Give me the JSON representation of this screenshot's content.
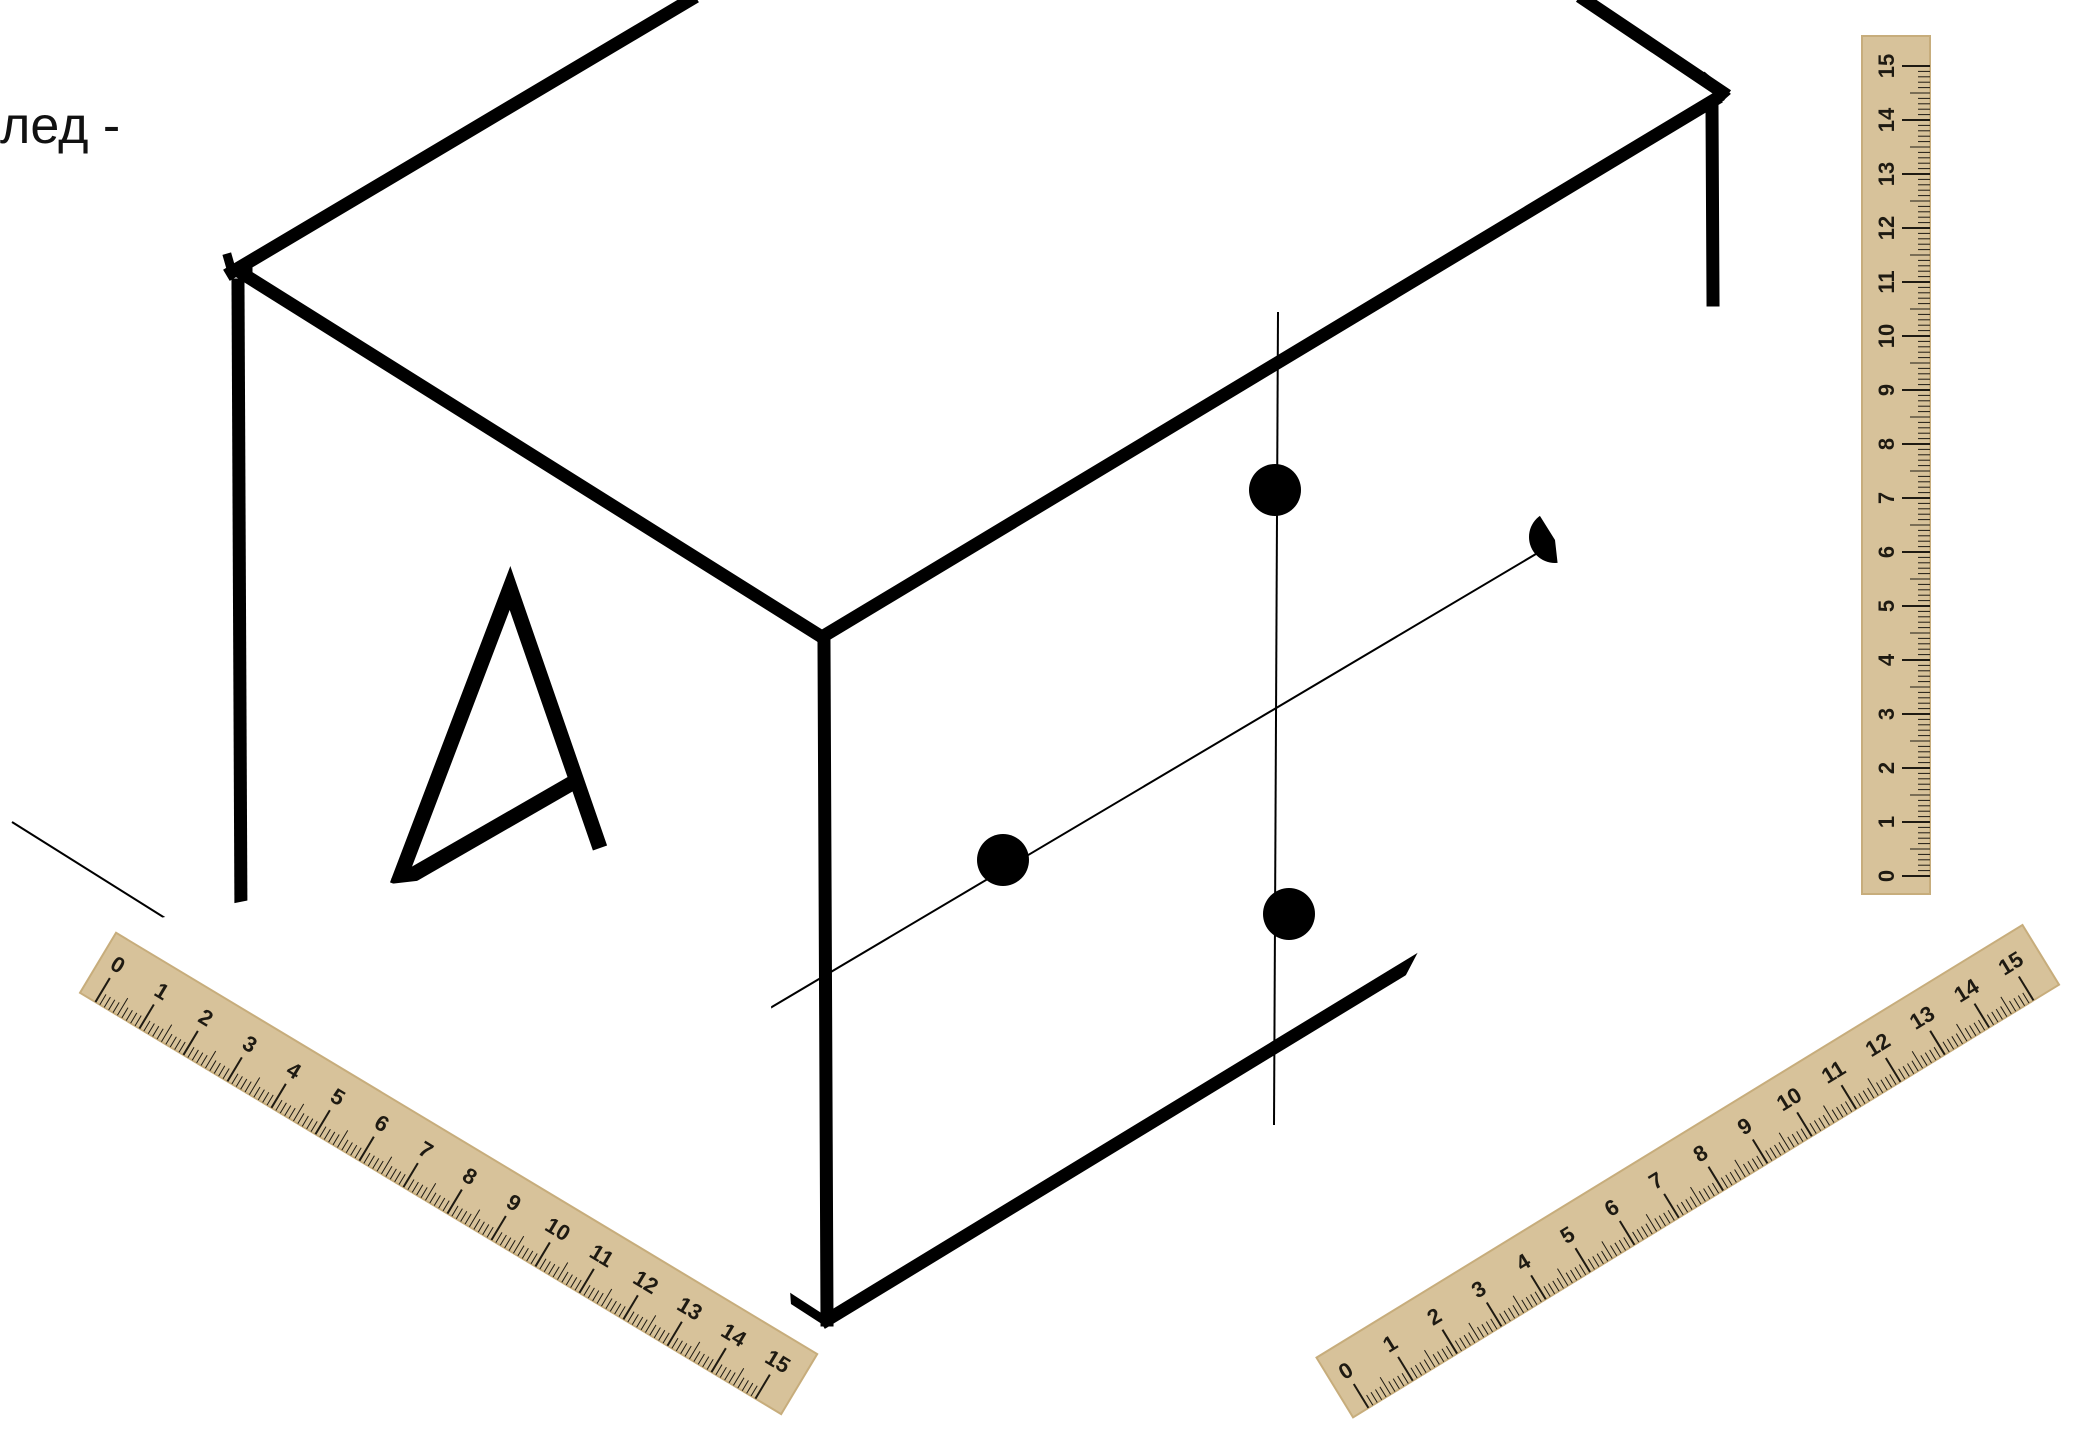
{
  "caption": "лед -",
  "diagram": {
    "shape": "rectangular-parallelepiped",
    "face_letter": "A",
    "points": 4,
    "axes": 2
  },
  "rulers": [
    {
      "name": "ruler-vertical",
      "labels": [
        "0",
        "1",
        "2",
        "3",
        "4",
        "5",
        "6",
        "7",
        "8",
        "9",
        "10",
        "11",
        "12",
        "13",
        "14",
        "15"
      ]
    },
    {
      "name": "ruler-bottom-left",
      "labels": [
        "0",
        "1",
        "2",
        "3",
        "4",
        "5",
        "6",
        "7",
        "8",
        "9",
        "10",
        "11",
        "12",
        "13",
        "14",
        "15"
      ]
    },
    {
      "name": "ruler-bottom-right",
      "labels": [
        "0",
        "1",
        "2",
        "3",
        "4",
        "5",
        "6",
        "7",
        "8",
        "9",
        "10",
        "11",
        "12",
        "13",
        "14",
        "15"
      ]
    }
  ],
  "colors": {
    "line": "#000000",
    "ruler_wood": "#d7c29a",
    "ruler_wood_dark": "#c7ad7c",
    "ruler_ink": "#1e1a12",
    "background": "#ffffff"
  }
}
